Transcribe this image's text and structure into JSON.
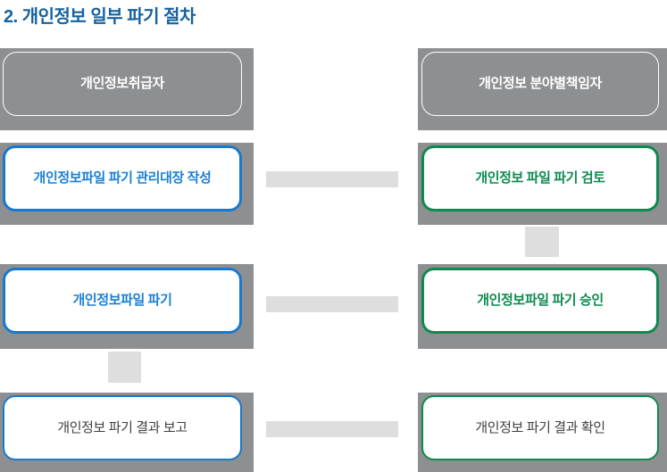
{
  "title": "2. 개인정보 일부 파기 절차",
  "columns": {
    "left": {
      "role": "개인정보취급자",
      "steps": [
        {
          "label": "개인정보파일 파기 관리대장 작성",
          "style": "blue"
        },
        {
          "label": "개인정보파일 파기",
          "style": "blue"
        },
        {
          "label": "개인정보 파기 결과 보고",
          "style": "plain"
        }
      ]
    },
    "right": {
      "role": "개인정보 분야별책임자",
      "steps": [
        {
          "label": "개인정보 파일 파기 검토",
          "style": "green"
        },
        {
          "label": "개인정보파일 파기 승인",
          "style": "green"
        },
        {
          "label": "개인정보 파기 결과 확인",
          "style": "plain"
        }
      ]
    }
  },
  "flow": {
    "horizontal_connectors": 3,
    "vertical_connectors": 2
  },
  "colors": {
    "title_text": "#17629F",
    "strip_gray": "#8E8F91",
    "connector_gray": "#DEDEDE",
    "blue_accent": "#1879CE",
    "blue_text": "#1B80D4",
    "green_accent": "#0D8A4F",
    "green_text": "#0E8B50",
    "plain_text": "#3F3F3F",
    "header_text": "#FFFFFF",
    "background": "#FFFFFF"
  }
}
